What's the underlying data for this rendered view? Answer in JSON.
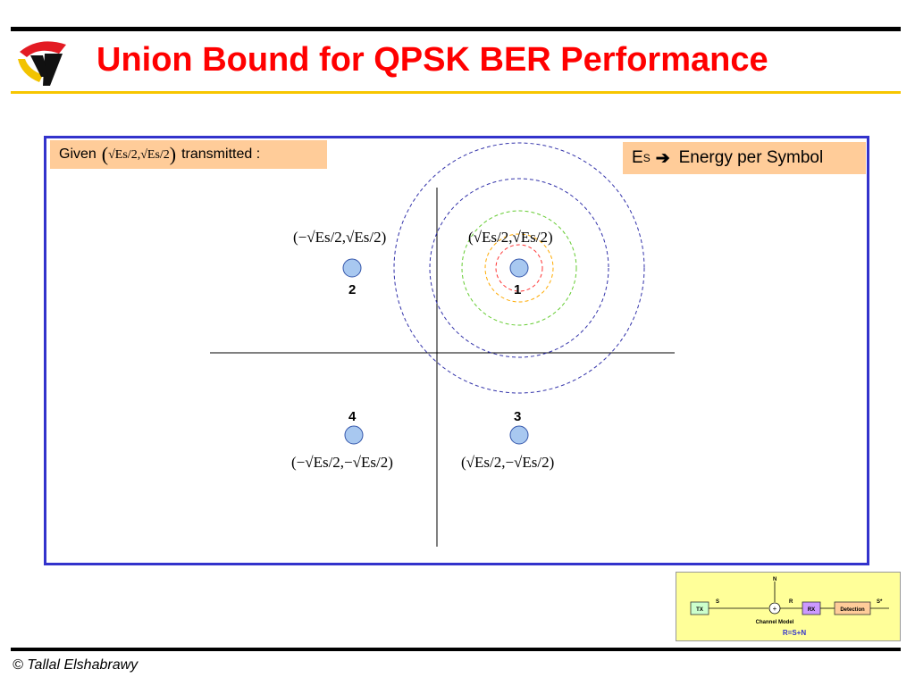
{
  "slide": {
    "title": "Union Bound for QPSK BER Performance",
    "footer": "© Tallal Elshabrawy"
  },
  "given_box": {
    "prefix": "Given",
    "suffix": "transmitted :",
    "expr_x": "√Es/2",
    "expr_y": "√Es/2"
  },
  "es_box": {
    "symbol": "E",
    "subscript": "S",
    "arrow": "➔",
    "text": "Energy per Symbol"
  },
  "constellation": [
    {
      "id": "1",
      "label": "1",
      "coord_text": "(√Es/2,√Es/2)"
    },
    {
      "id": "2",
      "label": "2",
      "coord_text": "(−√Es/2,√Es/2)"
    },
    {
      "id": "3",
      "label": "3",
      "coord_text": "(√Es/2,−√Es/2)"
    },
    {
      "id": "4",
      "label": "4",
      "coord_text": "(−√Es/2,−√Es/2)"
    }
  ],
  "channel_model": {
    "tx": "TX",
    "rx": "RX",
    "detection": "Detection",
    "n": "N",
    "s": "S",
    "r": "R",
    "s_hat": "S*",
    "plus": "+",
    "caption": "Channel Model",
    "equation": "R=S+N"
  },
  "colors": {
    "title": "#ff0000",
    "frame": "#3333cc",
    "box_fill": "#ffcc99",
    "point_fill": "#a8c8f0",
    "point_stroke": "#3355aa",
    "circle_blue": "#3333aa",
    "circle_green": "#66cc33",
    "circle_orange": "#ffaa00",
    "circle_red": "#ff3333",
    "channel_bg": "#ffff99"
  }
}
